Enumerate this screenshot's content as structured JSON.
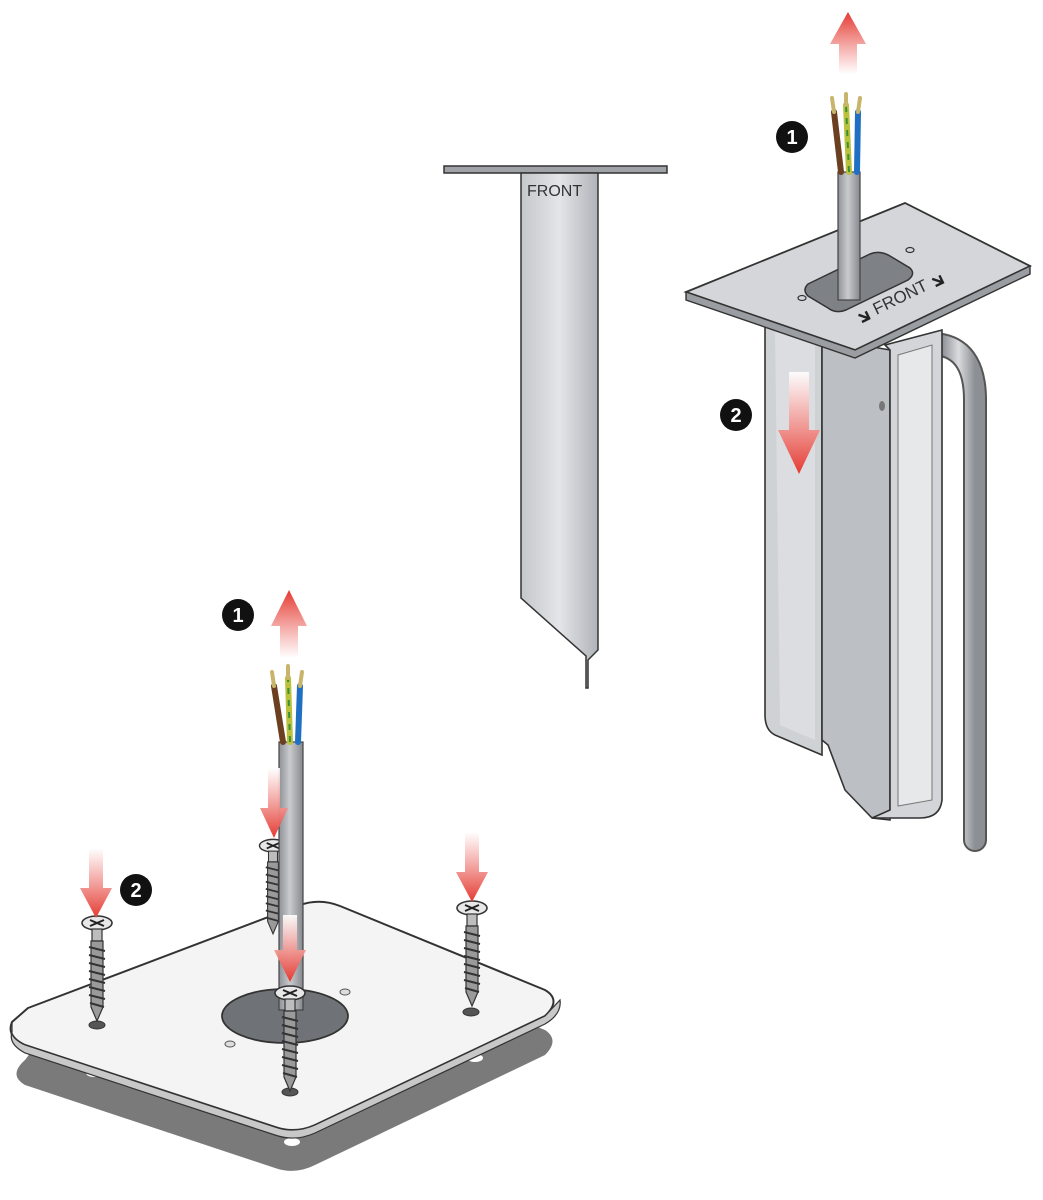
{
  "labels": {
    "template_front": "FRONT",
    "bracket_front": "FRONT"
  },
  "steps": {
    "top_pull_cable": "1",
    "top_slide_down": "2",
    "bottom_pull_cable": "1",
    "bottom_screws": "2"
  },
  "colors": {
    "arrow_red": "#e53a32",
    "metal_light": "#d6d8db",
    "metal_mid": "#b9bcc0",
    "metal_dark": "#7d8085",
    "plate_white": "#f4f4f4",
    "shadow_grey": "#7a7a7a",
    "wire_brown": "#6b3f1f",
    "wire_blue": "#1f6fc2",
    "wire_yellow_green": "#b9c23a",
    "wire_tip_brass": "#c8b46a",
    "badge_black": "#111111"
  },
  "icons": {
    "arrow_up": "arrow-up-icon",
    "arrow_down": "arrow-down-icon",
    "screw": "screw-icon",
    "step_badge": "step-badge-icon"
  }
}
